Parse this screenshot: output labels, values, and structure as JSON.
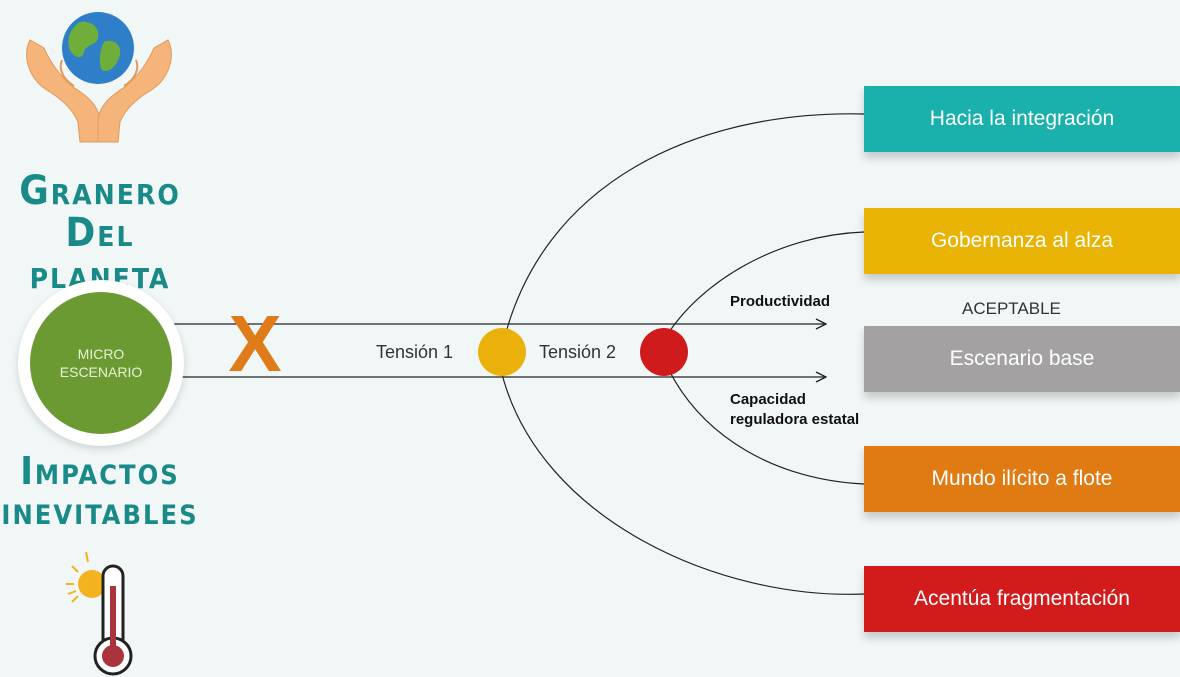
{
  "headings": {
    "top_line1": "Granero",
    "top_line2": "Del planeta",
    "bottom_line1": "Impactos",
    "bottom_line2": "inevitables"
  },
  "micro": {
    "line1": "MICRO",
    "line2": "ESCENARIO"
  },
  "tensions": {
    "t1": "Tensión 1",
    "t2": "Tensión 2"
  },
  "arrows": {
    "upper": "Productividad",
    "lower_line1": "Capacidad",
    "lower_line2": "reguladora estatal"
  },
  "acceptable_label": "ACEPTABLE",
  "outcomes": [
    {
      "label": "Hacia la integración",
      "color": "#1ab1ad"
    },
    {
      "label": "Gobernanza al alza",
      "color": "#e9b304"
    },
    {
      "label": "Escenario base",
      "color": "#a3a1a2"
    },
    {
      "label": "Mundo ilícito a flote",
      "color": "#df7b12"
    },
    {
      "label": "Acentúa fragmentación",
      "color": "#d21b1b"
    }
  ],
  "colors": {
    "tension1": "#eab10b",
    "tension2": "#d01b1c",
    "micro": "#6b9a32",
    "x_mark": "#e07b1a",
    "heading": "#1a8a89"
  },
  "icons": [
    "globe-hands-icon",
    "sun-thermometer-icon"
  ]
}
